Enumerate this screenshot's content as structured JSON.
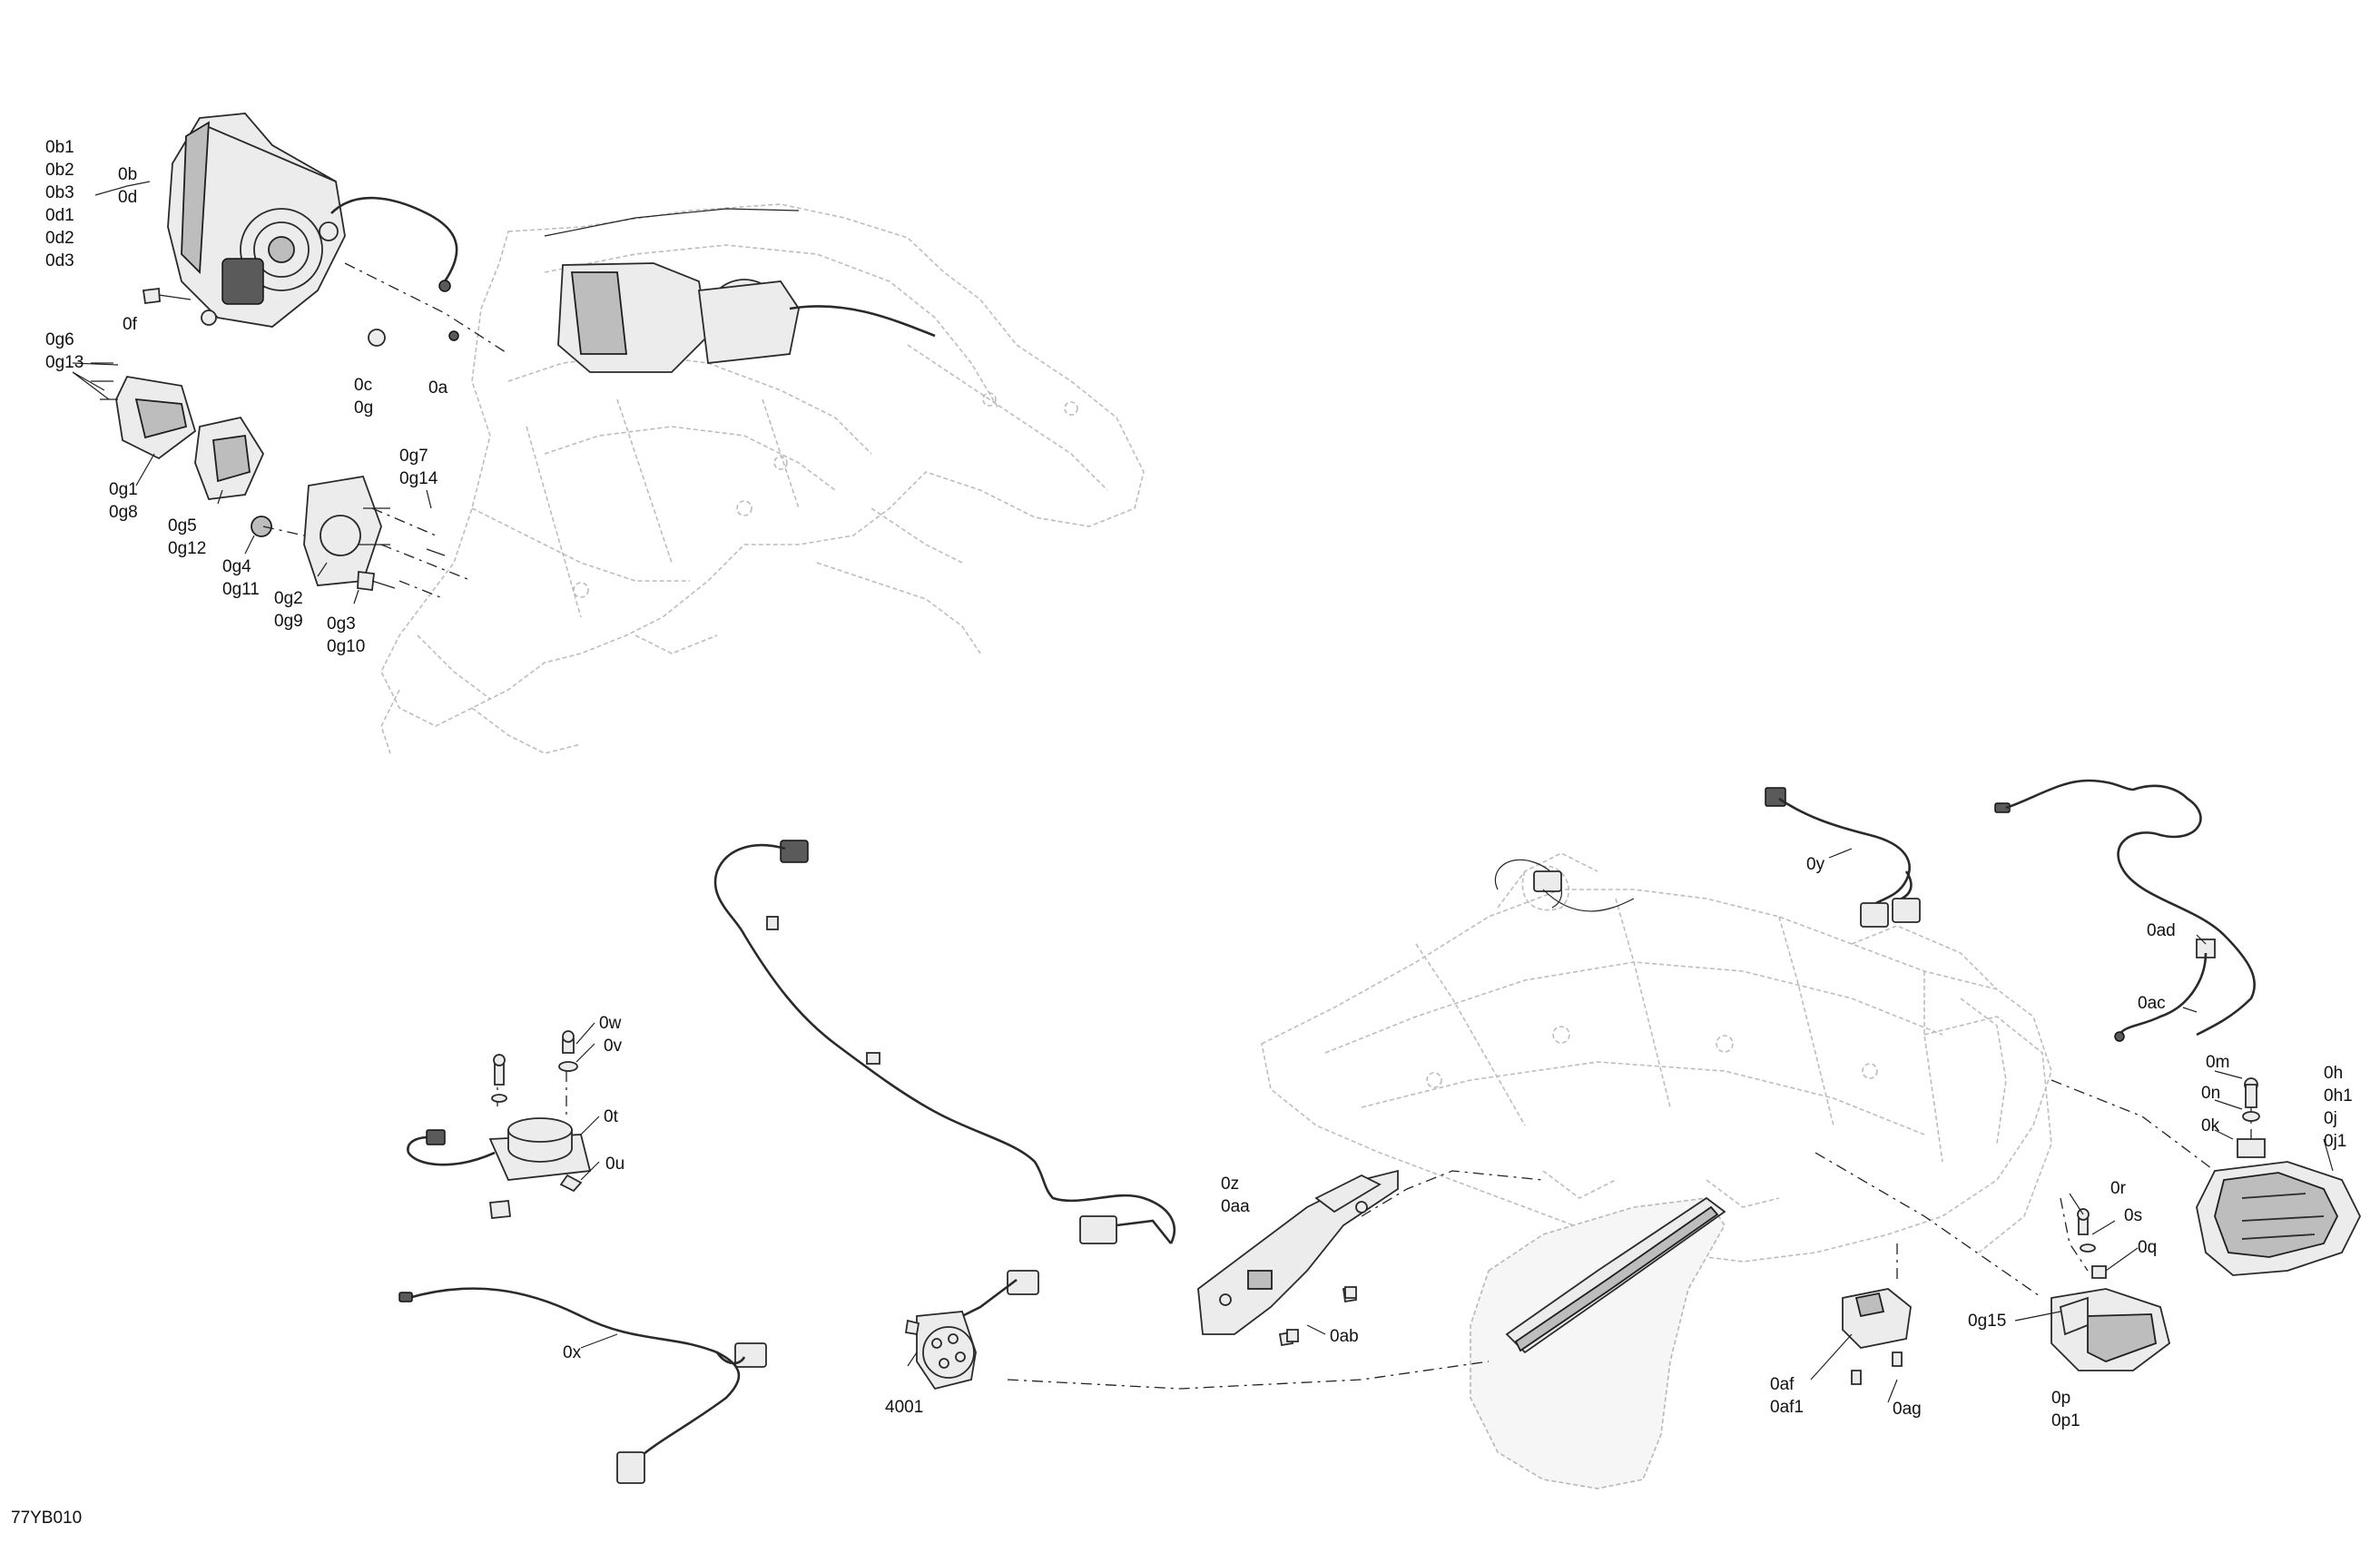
{
  "labels": {
    "0b1": "0b1",
    "0b2": "0b2",
    "0b3": "0b3",
    "0d1": "0d1",
    "0d2": "0d2",
    "0d3": "0d3",
    "0b": "0b",
    "0d": "0d",
    "0f": "0f",
    "0c": "0c",
    "0g": "0g",
    "0a": "0a",
    "0g6": "0g6",
    "0g13": "0g13",
    "0g1": "0g1",
    "0g8": "0g8",
    "0g5": "0g5",
    "0g12": "0g12",
    "0g4": "0g4",
    "0g11": "0g11",
    "0g2": "0g2",
    "0g9": "0g9",
    "0g3": "0g3",
    "0g10": "0g10",
    "0g7": "0g7",
    "0g14": "0g14",
    "0w": "0w",
    "0v": "0v",
    "0t": "0t",
    "0u": "0u",
    "0x": "0x",
    "4001": "4001",
    "0z": "0z",
    "0aa": "0aa",
    "0ab": "0ab",
    "0y": "0y",
    "0ad": "0ad",
    "0ac": "0ac",
    "0m": "0m",
    "0n": "0n",
    "0k": "0k",
    "0h": "0h",
    "0h1": "0h1",
    "0j": "0j",
    "0j1": "0j1",
    "0r": "0r",
    "0s": "0s",
    "0q": "0q",
    "0g15": "0g15",
    "0p": "0p",
    "0p1": "0p1",
    "0af": "0af",
    "0af1": "0af1",
    "0ag": "0ag"
  },
  "diagram_code": "77YB010"
}
